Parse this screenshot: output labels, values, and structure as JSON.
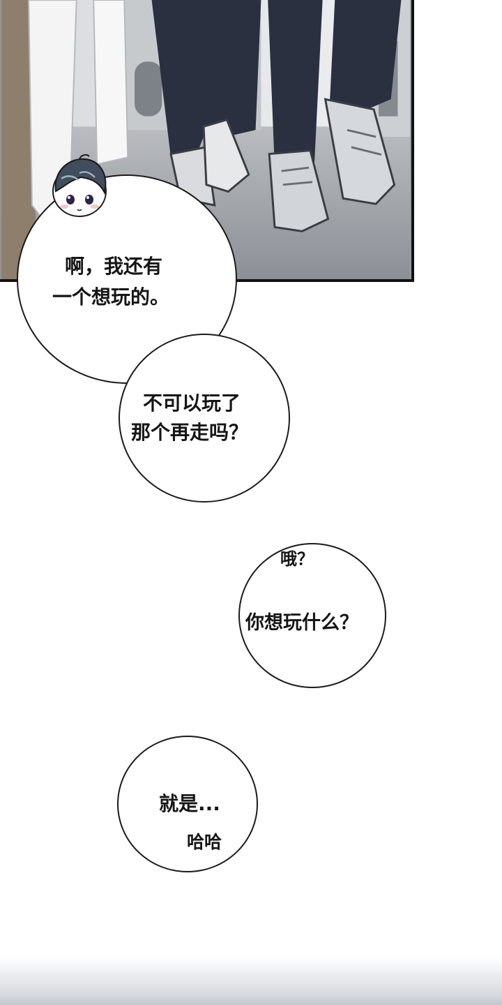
{
  "bubbles": {
    "first": {
      "line1": "啊，我还有",
      "line2": "一个想玩的。"
    },
    "second": {
      "line1": "不可以玩了",
      "line2": "那个再走吗？"
    },
    "third": {
      "line1": "哦？",
      "line2": "你想玩什么？"
    },
    "fourth": {
      "line1": "就是...",
      "line2": "哈哈"
    }
  },
  "colors": {
    "panel_border": "#111111",
    "bubble_border": "#1a1a1a",
    "trousers": "#2b3040",
    "street": "#9a9ea4",
    "chibi_hair": "#3f4d5c"
  },
  "icons": {
    "chibi": "chibi-head-icon"
  }
}
